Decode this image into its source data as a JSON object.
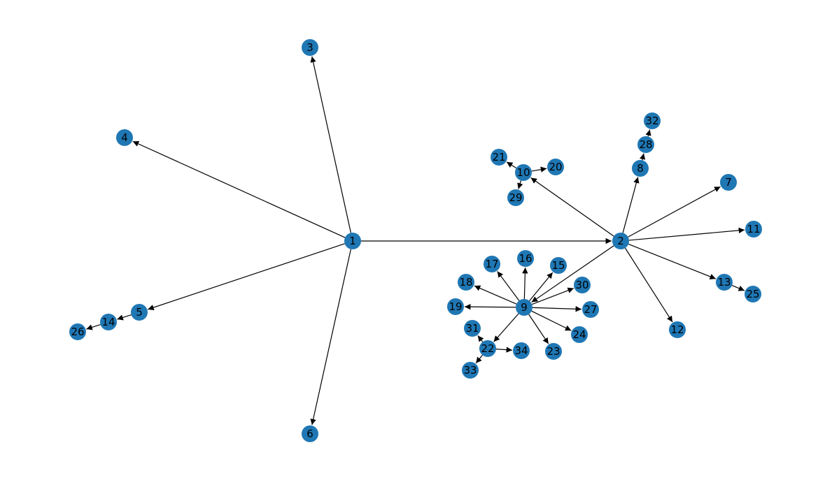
{
  "graph": {
    "directed": true,
    "node_color": "#1f77b4",
    "edge_color": "#000000",
    "nodes": [
      "1",
      "2",
      "3",
      "4",
      "5",
      "6",
      "7",
      "8",
      "9",
      "10",
      "11",
      "12",
      "13",
      "14",
      "15",
      "16",
      "17",
      "18",
      "19",
      "20",
      "21",
      "22",
      "23",
      "24",
      "25",
      "26",
      "27",
      "28",
      "29",
      "30",
      "31",
      "32",
      "33",
      "34"
    ],
    "edges": [
      [
        "1",
        "2"
      ],
      [
        "1",
        "3"
      ],
      [
        "1",
        "4"
      ],
      [
        "1",
        "5"
      ],
      [
        "1",
        "6"
      ],
      [
        "5",
        "14"
      ],
      [
        "14",
        "26"
      ],
      [
        "2",
        "7"
      ],
      [
        "2",
        "8"
      ],
      [
        "2",
        "9"
      ],
      [
        "2",
        "10"
      ],
      [
        "2",
        "11"
      ],
      [
        "2",
        "12"
      ],
      [
        "2",
        "13"
      ],
      [
        "13",
        "25"
      ],
      [
        "8",
        "28"
      ],
      [
        "28",
        "32"
      ],
      [
        "10",
        "20"
      ],
      [
        "10",
        "21"
      ],
      [
        "10",
        "29"
      ],
      [
        "9",
        "15"
      ],
      [
        "9",
        "16"
      ],
      [
        "9",
        "17"
      ],
      [
        "9",
        "18"
      ],
      [
        "9",
        "19"
      ],
      [
        "9",
        "22"
      ],
      [
        "9",
        "23"
      ],
      [
        "9",
        "24"
      ],
      [
        "9",
        "27"
      ],
      [
        "9",
        "30"
      ],
      [
        "22",
        "31"
      ],
      [
        "22",
        "33"
      ],
      [
        "22",
        "34"
      ]
    ]
  }
}
